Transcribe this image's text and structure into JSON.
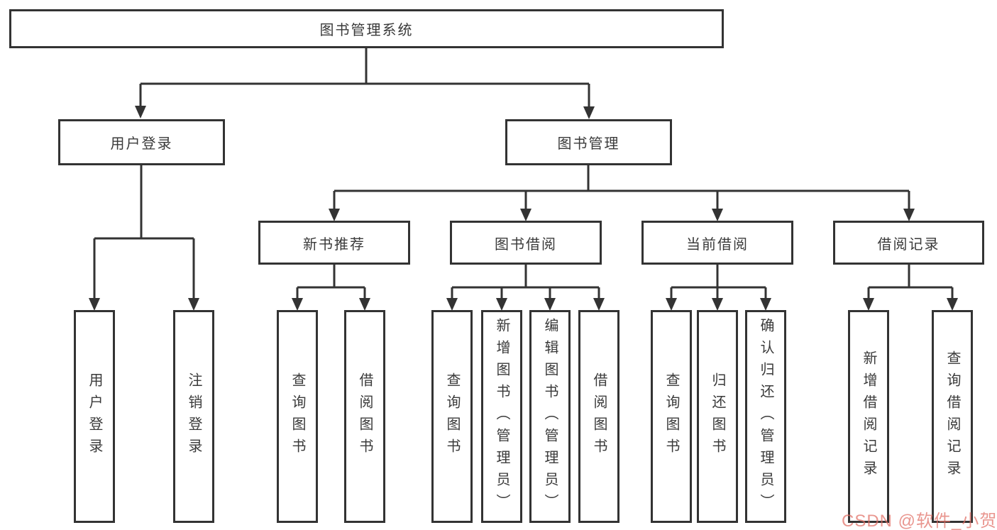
{
  "tree": {
    "root": "图书管理系统",
    "branches": [
      {
        "label": "用户登录",
        "children": [
          "用户登录",
          "注销登录"
        ]
      },
      {
        "label": "图书管理",
        "groups": [
          {
            "label": "新书推荐",
            "children": [
              "查询图书",
              "借阅图书"
            ]
          },
          {
            "label": "图书借阅",
            "children": [
              "查询图书",
              "新增图书（管理员）",
              "编辑图书（管理员）",
              "借阅图书"
            ]
          },
          {
            "label": "当前借阅",
            "children": [
              "查询图书",
              "归还图书",
              "确认归还（管理员）"
            ]
          },
          {
            "label": "借阅记录",
            "children": [
              "新增借阅记录",
              "查询借阅记录"
            ]
          }
        ]
      }
    ]
  },
  "watermark": {
    "text": "CSDN @软件_小贺同学",
    "color": "#e06e64"
  },
  "colors": {
    "line": "#333333",
    "box_border": "#333333",
    "box_fill": "#ffffff",
    "text": "#3a3a3a"
  }
}
